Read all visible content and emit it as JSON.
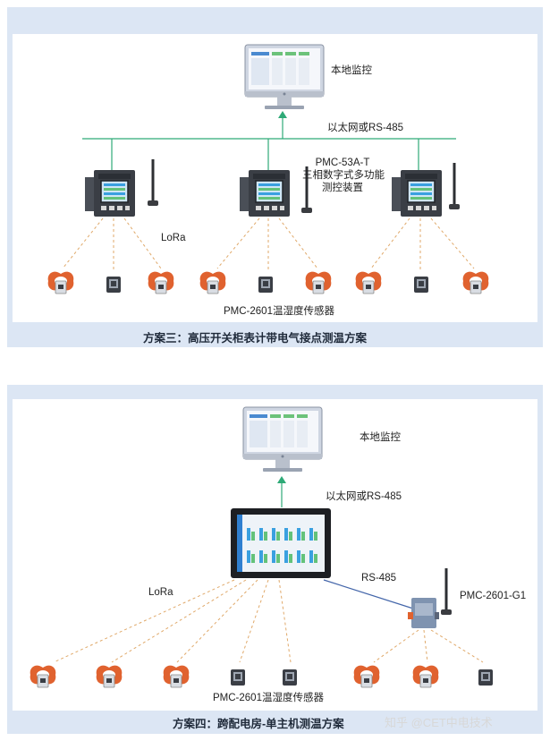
{
  "scheme3": {
    "local_monitor": "本地监控",
    "network": "以太网或RS-485",
    "device_model": "PMC-53A-T",
    "device_desc_1": "三相数字式多功能",
    "device_desc_2": "测控装置",
    "lora": "LoRa",
    "sensor": "PMC-2601温湿度传感器",
    "caption": "方案三：高压开关柜表计带电气接点测温方案"
  },
  "scheme4": {
    "local_monitor": "本地监控",
    "network": "以太网或RS-485",
    "rs485": "RS-485",
    "gateway": "PMC-2601-G1",
    "lora": "LoRa",
    "sensor": "PMC-2601温湿度传感器",
    "caption": "方案四：跨配电房-单主机测温方案"
  },
  "watermark": "知乎 @CET中电技术",
  "colors": {
    "panel_bg": "#dce6f4",
    "bus_line": "#2eaa77",
    "dash_line": "#e0a96a",
    "rs485_line": "#4466aa",
    "sensor_orange": "#e0622f"
  }
}
